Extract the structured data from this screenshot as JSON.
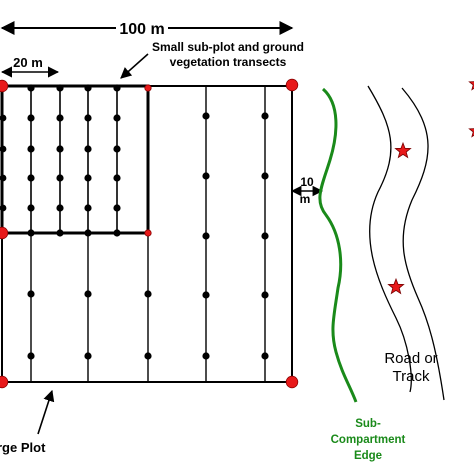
{
  "labels": {
    "width_100m": "100 m",
    "width_20m": "20 m",
    "subplot_line1": "Small sub-plot and ground",
    "subplot_line2": "vegetation transects",
    "buffer_num": "10",
    "buffer_unit": "m",
    "large_plot": "rge Plot",
    "road_line1": "Road or",
    "road_line2": "Track",
    "edge_line1": "Sub-",
    "edge_line2": "Compartment",
    "edge_line3": "Edge"
  },
  "colors": {
    "corner_marker": "#e8191a",
    "star_marker": "#e8191a",
    "compartment_edge": "#1a8a1a",
    "lines": "#000000"
  }
}
